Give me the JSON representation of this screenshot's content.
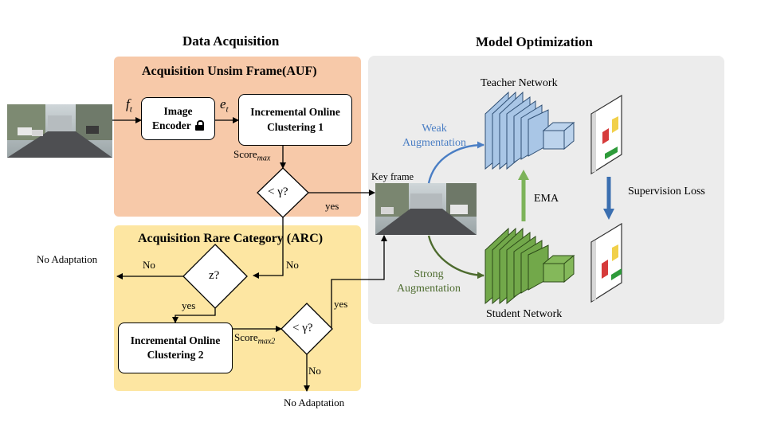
{
  "headings": {
    "left": "Data Acquisition",
    "right": "Model Optimization"
  },
  "auf": {
    "title": "Acquisition Unsim Frame(AUF)",
    "input_label": "f",
    "input_sub": "t",
    "embed_label": "e",
    "embed_sub": "t",
    "encoder_line1": "Image",
    "encoder_line2": "Encoder",
    "clustering_line1": "Incremental Online",
    "clustering_line2": "Clustering 1",
    "score_label": "Score",
    "score_sub": "max",
    "decision": "< γ?",
    "yes": "yes",
    "no": "No"
  },
  "arc": {
    "title": "Acquisition Rare Category (ARC)",
    "decision_z": "z?",
    "no_left": "No",
    "no_adaptation_left": "No Adaptation",
    "yes_down": "yes",
    "clustering_line1": "Incremental Online",
    "clustering_line2": "Clustering 2",
    "score_label": "Score",
    "score_sub": "max2",
    "decision": "< γ?",
    "yes_up": "yes",
    "no_down": "No",
    "no_adaptation_bottom": "No Adaptation"
  },
  "model": {
    "key_frame": "Key frame",
    "weak_line1": "Weak",
    "weak_line2": "Augmentation",
    "strong_line1": "Strong",
    "strong_line2": "Augmentation",
    "teacher": "Teacher Network",
    "student": "Student Network",
    "ema": "EMA",
    "supervision": "Supervision Loss"
  },
  "colors": {
    "auf_bg": "#f7c9a9",
    "arc_bg": "#fde6a2",
    "model_bg": "#ececec",
    "teacher_blue": "#a9c6e6",
    "student_green": "#72a84a",
    "weak_arrow": "#4a7ec4",
    "strong_arrow": "#4d6b2e",
    "ema_arrow": "#7db35a",
    "supervision_arrow": "#3b6fb0"
  }
}
